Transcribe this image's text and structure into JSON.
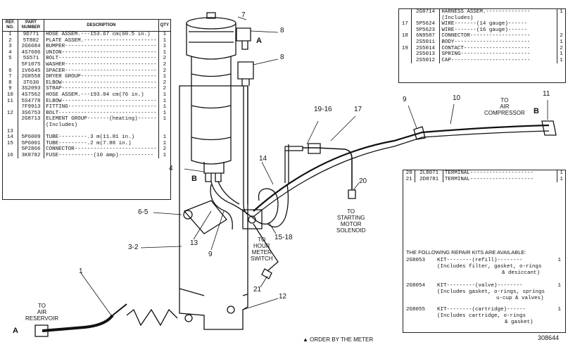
{
  "left_table": {
    "headers": [
      "REF. NO.",
      "PART NUMBER",
      "DESCRIPTION",
      "QTY"
    ],
    "rows": [
      {
        "ref": "1",
        "part": "9D771",
        "desc": "HOSE ASSEM.---153.67 cm(60.5 in.)",
        "qty": "1"
      },
      {
        "ref": "2",
        "part": "5T802",
        "desc": "PLATE ASSEM.-----------------------",
        "qty": "1"
      },
      {
        "ref": "3",
        "part": "2G6684",
        "desc": "BUMPER-----------------------------",
        "qty": "1"
      },
      {
        "ref": "4",
        "part": "4S7606",
        "desc": "UNION------------------------------",
        "qty": "1"
      },
      {
        "ref": "5",
        "part": "5S571",
        "desc": "BOLT-------------------------------",
        "qty": "2"
      },
      {
        "ref": "",
        "part": "5F1075",
        "desc": "WASHER-----------------------------",
        "qty": "2"
      },
      {
        "ref": "6",
        "part": "1V6645",
        "desc": "SPACER-----------------------------",
        "qty": "2"
      },
      {
        "ref": "7",
        "part": "2G8558",
        "desc": "DRYER GROUP------------------------",
        "qty": "1"
      },
      {
        "ref": "8",
        "part": "3T630",
        "desc": "ELBOW------------------------------",
        "qty": "2"
      },
      {
        "ref": "9",
        "part": "3S2093",
        "desc": "STRAP------------------------------",
        "qty": "2"
      },
      {
        "ref": "10",
        "part": "4S7562",
        "desc": "HOSE ASSEM.---193.04 cm(76 in.)",
        "qty": "1"
      },
      {
        "ref": "11",
        "part": "5S4778",
        "desc": "ELBOW------------------------------",
        "qty": "1"
      },
      {
        "ref": "",
        "part": "7F9913",
        "desc": "FITTING----------------------------",
        "qty": "1"
      },
      {
        "ref": "12",
        "part": "3S6753",
        "desc": "BOLT-------------------------------",
        "qty": "1"
      },
      {
        "ref": "",
        "part": "2G8713",
        "desc": "ELEMENT GROUP-------(heating)------",
        "qty": "1"
      },
      {
        "ref": "",
        "part": "",
        "desc": "(Includes)",
        "qty": ""
      },
      {
        "ref": "13",
        "part": "",
        "desc": "",
        "qty": ""
      },
      {
        "ref": "14",
        "part": "5P6009",
        "desc": "TUBE---------.3 m(11.81 in.)",
        "qty": "1"
      },
      {
        "ref": "15",
        "part": "5P6001",
        "desc": "TUBE---------.2 m(7.88 in.)",
        "qty": "1"
      },
      {
        "ref": "",
        "part": "5P2866",
        "desc": "CONNECTOR--------------------------",
        "qty": "2"
      },
      {
        "ref": "16",
        "part": "3K8782",
        "desc": "FUSE-----------(10 amp)-----------",
        "qty": "1"
      }
    ]
  },
  "top_right_table": {
    "rows": [
      {
        "ref": "",
        "part": "2G8714",
        "desc": "HARNESS ASSEM.--------------",
        "qty": "1"
      },
      {
        "ref": "",
        "part": "",
        "desc": "(Includes)",
        "qty": ""
      },
      {
        "ref": "17",
        "part": "5P5624",
        "desc": "WIRE-------(14 gauge)------",
        "qty": ""
      },
      {
        "ref": "",
        "part": "5P5623",
        "desc": "WIRE-------(16 gauge)------",
        "qty": ""
      },
      {
        "ref": "18",
        "part": "6N9587",
        "desc": "CONNECTOR-------------------",
        "qty": "2"
      },
      {
        "ref": "",
        "part": "2S5011",
        "desc": "BODY------------------------",
        "qty": "1"
      },
      {
        "ref": "19",
        "part": "2S5014",
        "desc": "CONTACT---------------------",
        "qty": "2"
      },
      {
        "ref": "",
        "part": "2S5013",
        "desc": "SPRING----------------------",
        "qty": "1"
      },
      {
        "ref": "",
        "part": "2S5012",
        "desc": "CAP-------------------------",
        "qty": "1"
      }
    ]
  },
  "mid_right_table": {
    "rows": [
      {
        "ref": "20",
        "part": "2L8071",
        "desc": "TERMINAL--------------------",
        "qty": "1"
      },
      {
        "ref": "21",
        "part": "2D8781",
        "desc": "TERMINAL--------------------",
        "qty": "1"
      }
    ],
    "kits_heading": "THE FOLLOWING REPAIR KITS ARE AVAILABLE:",
    "kits": [
      {
        "part": "2G8053",
        "lines": [
          "KIT--------(refill)--------",
          "(Includes filter, gasket, o-rings",
          "& desiccant)"
        ],
        "qty": "1"
      },
      {
        "part": "2G8054",
        "lines": [
          "KIT---------(valve)--------",
          "(Includes gasket, o-rings, springs",
          "u-cup & valves)"
        ],
        "qty": "1"
      },
      {
        "part": "2G8055",
        "lines": [
          "KIT--------(cartridge)------",
          "(Includes cartridge, o-rings",
          "& gasket)"
        ],
        "qty": "1"
      }
    ]
  },
  "labels": {
    "to_air_compressor": [
      "TO",
      "AIR",
      "COMPRESSOR"
    ],
    "to_air_reservoir": [
      "TO",
      "AIR",
      "RESERVOIR"
    ],
    "to_starting_motor": [
      "TO",
      "STARTING",
      "MOTOR",
      "SOLENOID"
    ],
    "to_hour_meter": [
      "TO",
      "HOUR",
      "METER",
      "SWITCH"
    ],
    "letter_a": "A",
    "letter_b": "B"
  },
  "callouts": {
    "c7": "7",
    "c8a": "8",
    "c8b": "8",
    "c19_16": "19-16",
    "c17": "17",
    "c9a": "9",
    "c10": "10",
    "c11": "11",
    "c4": "4",
    "c14": "14",
    "c20": "20",
    "c6_5": "6-5",
    "c3_2": "3-2",
    "c13": "13",
    "c9b": "9",
    "c15_18": "15-18",
    "c21": "21",
    "c1": "1",
    "c12": "12"
  },
  "footnote": "ORDER BY THE METER",
  "figure_number": "308644"
}
